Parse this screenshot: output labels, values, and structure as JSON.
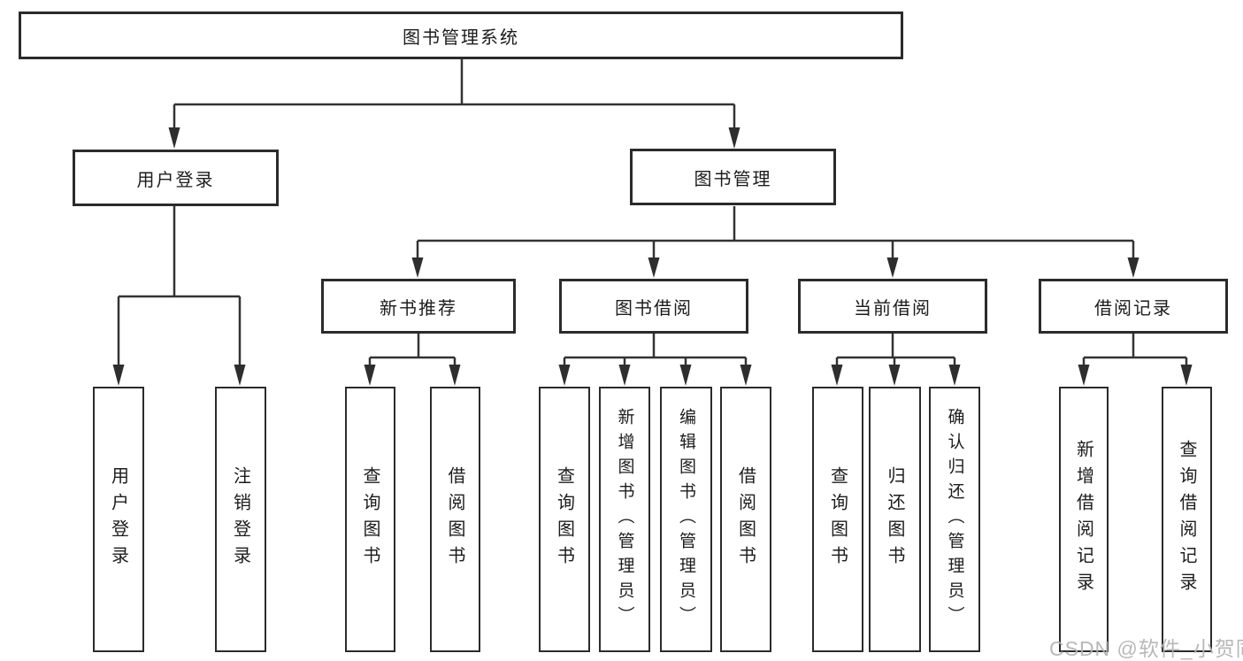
{
  "title": {
    "label": "图书管理系统"
  },
  "level2": [
    {
      "label": "用户登录"
    },
    {
      "label": "图书管理"
    }
  ],
  "level3": [
    {
      "label": "新书推荐"
    },
    {
      "label": "图书借阅"
    },
    {
      "label": "当前借阅"
    },
    {
      "label": "借阅记录"
    }
  ],
  "leaves": [
    {
      "label": "用户登录"
    },
    {
      "label": "注销登录"
    },
    {
      "label": "查询图书"
    },
    {
      "label": "借阅图书"
    },
    {
      "label": "查询图书"
    },
    {
      "label": "新增图书（管理员）"
    },
    {
      "label": "编辑图书（管理员）"
    },
    {
      "label": "借阅图书"
    },
    {
      "label": "查询图书"
    },
    {
      "label": "归还图书"
    },
    {
      "label": "确认归还（管理员）"
    },
    {
      "label": "新增借阅记录"
    },
    {
      "label": "查询借阅记录"
    }
  ],
  "watermark": {
    "text": "CSDN @软件_小贺同学"
  },
  "colors": {
    "line": "#333333",
    "arrow": "#2e2e2e",
    "border": "#2b2b2b",
    "text": "#1c1c1c",
    "watermark_text": "#b3b3b3",
    "background": "#ffffff"
  }
}
